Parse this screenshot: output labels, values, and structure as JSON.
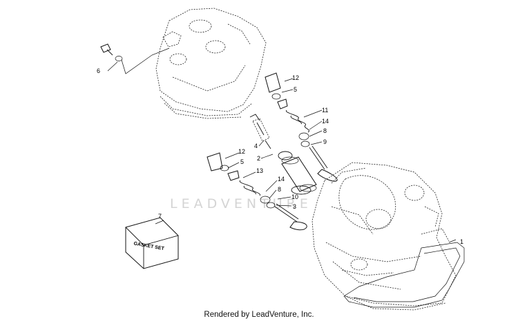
{
  "watermark": "LEADVENTURE",
  "footer_text": "Rendered by LeadVenture, Inc.",
  "gasket_label": "GASKET SET",
  "callouts": [
    {
      "id": "c1",
      "label": "1"
    },
    {
      "id": "c2",
      "label": "2"
    },
    {
      "id": "c3",
      "label": "3"
    },
    {
      "id": "c4",
      "label": "4"
    },
    {
      "id": "c5a",
      "label": "5"
    },
    {
      "id": "c5b",
      "label": "5"
    },
    {
      "id": "c6",
      "label": "6"
    },
    {
      "id": "c7",
      "label": "7"
    },
    {
      "id": "c8a",
      "label": "8"
    },
    {
      "id": "c8b",
      "label": "8"
    },
    {
      "id": "c9",
      "label": "9"
    },
    {
      "id": "c10",
      "label": "10"
    },
    {
      "id": "c11",
      "label": "11"
    },
    {
      "id": "c12a",
      "label": "12"
    },
    {
      "id": "c12b",
      "label": "12"
    },
    {
      "id": "c13",
      "label": "13"
    },
    {
      "id": "c14a",
      "label": "14"
    },
    {
      "id": "c14b",
      "label": "14"
    }
  ]
}
